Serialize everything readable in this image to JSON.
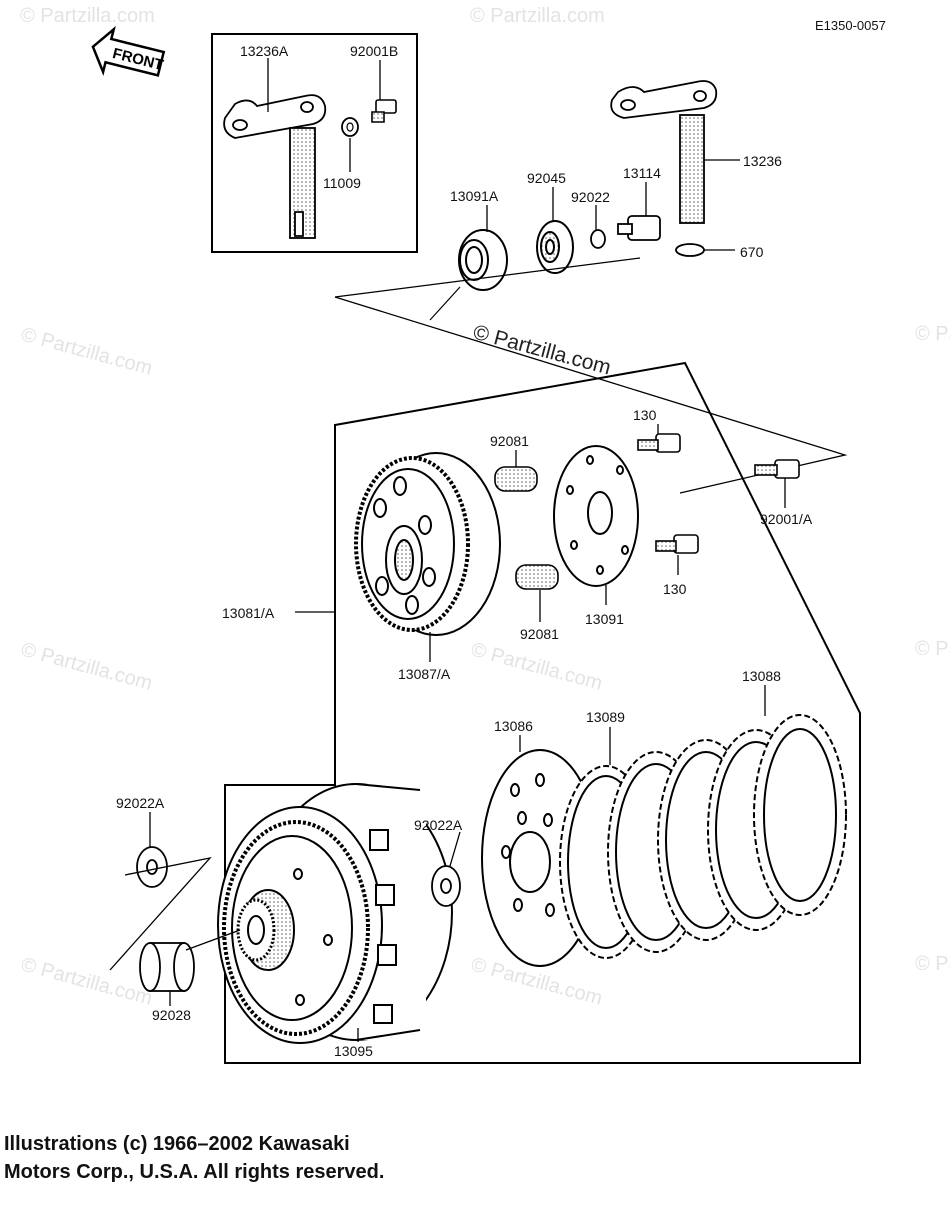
{
  "header": {
    "diagram_code": "E1350-0057",
    "front_label": "FRONT"
  },
  "watermark": {
    "main": "© Partzilla.com",
    "repeat": "© Partzilla.com"
  },
  "parts": [
    {
      "key": "p13236A",
      "label": "13236A"
    },
    {
      "key": "p92001B",
      "label": "92001B"
    },
    {
      "key": "p11009",
      "label": "11009"
    },
    {
      "key": "p13236",
      "label": "13236"
    },
    {
      "key": "p13091A",
      "label": "13091A"
    },
    {
      "key": "p92045",
      "label": "92045"
    },
    {
      "key": "p92022",
      "label": "92022"
    },
    {
      "key": "p13114",
      "label": "13114"
    },
    {
      "key": "p670",
      "label": "670"
    },
    {
      "key": "p130a",
      "label": "130"
    },
    {
      "key": "p92081a",
      "label": "92081"
    },
    {
      "key": "p92001A",
      "label": "92001/A"
    },
    {
      "key": "p130b",
      "label": "130"
    },
    {
      "key": "p13081A",
      "label": "13081/A"
    },
    {
      "key": "p92081b",
      "label": "92081"
    },
    {
      "key": "p13091",
      "label": "13091"
    },
    {
      "key": "p13087A",
      "label": "13087/A"
    },
    {
      "key": "p13088",
      "label": "13088"
    },
    {
      "key": "p13086",
      "label": "13086"
    },
    {
      "key": "p13089",
      "label": "13089"
    },
    {
      "key": "p92022A_left",
      "label": "92022A"
    },
    {
      "key": "p92022A_mid",
      "label": "92022A"
    },
    {
      "key": "p92028",
      "label": "92028"
    },
    {
      "key": "p13095",
      "label": "13095"
    }
  ],
  "footer": {
    "line1": "Illustrations (c) 1966–2002 Kawasaki",
    "line2": "Motors Corp., U.S.A.  All rights reserved."
  }
}
